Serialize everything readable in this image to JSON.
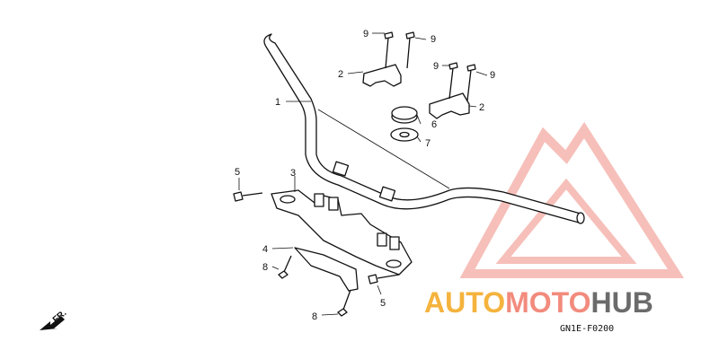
{
  "callouts": {
    "c1": "1",
    "c2a": "2",
    "c2b": "2",
    "c3": "3",
    "c4": "4",
    "c5a": "5",
    "c5b": "5",
    "c6": "6",
    "c7": "7",
    "c8a": "8",
    "c8b": "8",
    "c9a": "9",
    "c9b": "9",
    "c9c": "9",
    "c9d": "9"
  },
  "direction_label": "FR.",
  "diagram_code": "GN1E-F0200",
  "watermark": {
    "part1": "AUTO",
    "part2": "MOTO",
    "part3": "HUB",
    "color_part1": "#f5b33d",
    "color_part2": "#f28b7d",
    "color_part3": "#6b6b6b",
    "logo_color": "#f08c80"
  }
}
